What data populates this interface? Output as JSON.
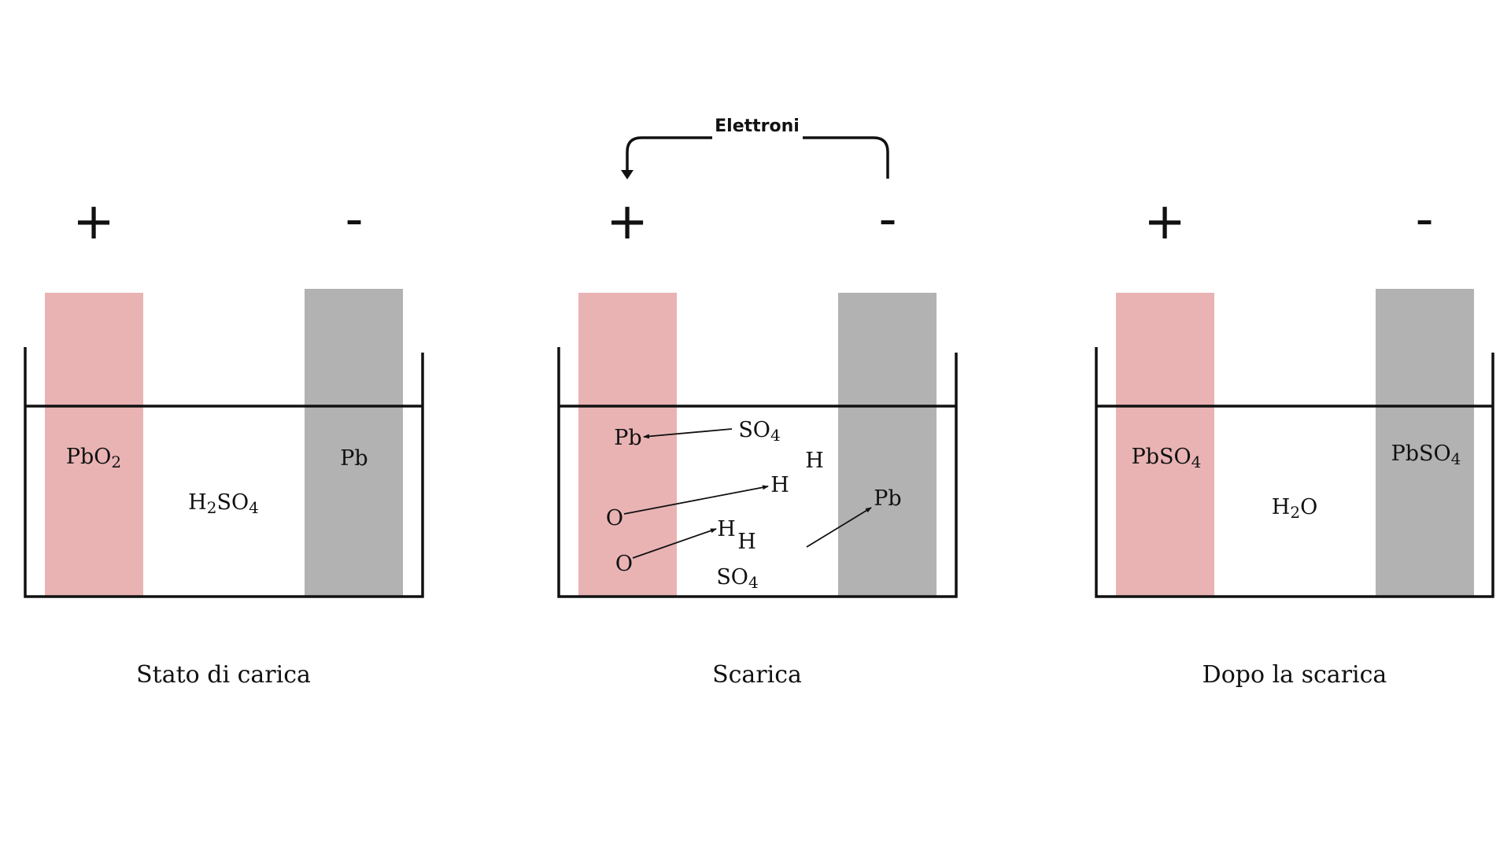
{
  "colors": {
    "positive_electrode": "#e9b3b4",
    "negative_electrode": "#b2b2b2",
    "line": "#111111",
    "background": "#ffffff"
  },
  "signs": {
    "positive": "+",
    "negative": "-"
  },
  "electron_flow": {
    "label": "Elettroni"
  },
  "panels": {
    "charged": {
      "caption": "Stato di carica",
      "positive_label": {
        "base": "PbO",
        "sub": "2"
      },
      "negative_label": "Pb",
      "electrolyte": {
        "a": "H",
        "sub1": "2",
        "b": "SO",
        "sub2": "4"
      }
    },
    "discharge": {
      "caption": "Scarica",
      "pb_left": "Pb",
      "so4_top": {
        "base": "SO",
        "sub": "4"
      },
      "h_top": "H",
      "h_mid": "H",
      "o_upper": "O",
      "pb_right": "Pb",
      "h_low_a": "H",
      "h_low_b": "H",
      "o_lower": "O",
      "so4_bottom": {
        "base": "SO",
        "sub": "4"
      }
    },
    "after": {
      "caption": "Dopo la scarica",
      "positive_label": {
        "base": "PbSO",
        "sub": "4"
      },
      "negative_label": {
        "base": "PbSO",
        "sub": "4"
      },
      "electrolyte": {
        "a": "H",
        "sub": "2",
        "b": "O"
      }
    }
  }
}
